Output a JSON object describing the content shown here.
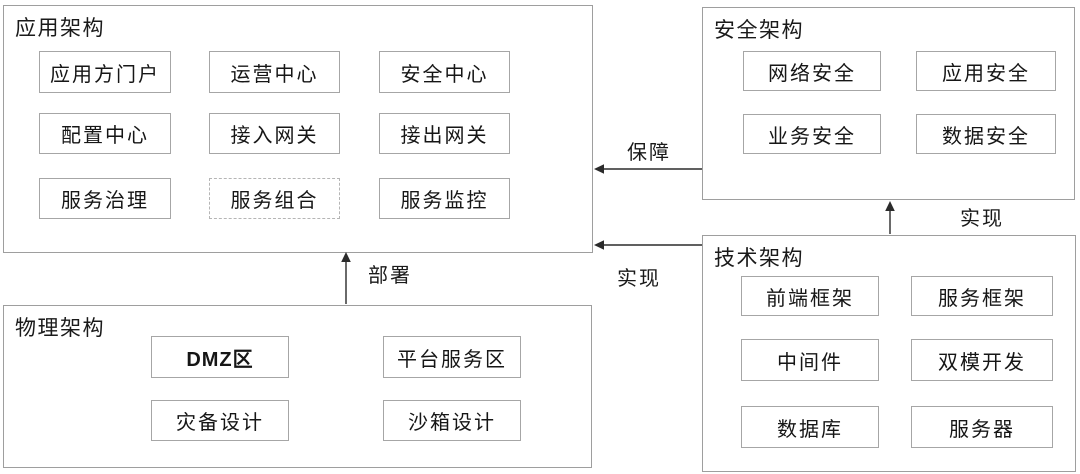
{
  "groups": {
    "app": {
      "title": "应用架构",
      "items": [
        {
          "label": "应用方门户"
        },
        {
          "label": "运营中心"
        },
        {
          "label": "安全中心"
        },
        {
          "label": "配置中心"
        },
        {
          "label": "接入网关"
        },
        {
          "label": "接出网关"
        },
        {
          "label": "服务治理"
        },
        {
          "label": "服务组合",
          "border_style": "dash-dot"
        },
        {
          "label": "服务监控"
        }
      ]
    },
    "security": {
      "title": "安全架构",
      "items": [
        {
          "label": "网络安全"
        },
        {
          "label": "应用安全"
        },
        {
          "label": "业务安全"
        },
        {
          "label": "数据安全"
        }
      ]
    },
    "tech": {
      "title": "技术架构",
      "items": [
        {
          "label": "前端框架"
        },
        {
          "label": "服务框架"
        },
        {
          "label": "中间件"
        },
        {
          "label": "双模开发"
        },
        {
          "label": "数据库"
        },
        {
          "label": "服务器"
        }
      ]
    },
    "physical": {
      "title": "物理架构",
      "items": [
        {
          "label": "DMZ区"
        },
        {
          "label": "平台服务区"
        },
        {
          "label": "灾备设计"
        },
        {
          "label": "沙箱设计"
        }
      ]
    }
  },
  "arrows": [
    {
      "label": "保障",
      "from": "security",
      "to": "app",
      "direction": "left"
    },
    {
      "label": "实现",
      "from": "tech",
      "to": "app",
      "direction": "left"
    },
    {
      "label": "部署",
      "from": "physical",
      "to": "app",
      "direction": "up"
    },
    {
      "label": "实现",
      "from": "tech",
      "to": "security",
      "direction": "up"
    }
  ],
  "colors": {
    "group_border": "#9e9e9e",
    "cell_border": "#a6a6a6",
    "dashed_cell_border": "#b5b5b5",
    "text": "#1a1a1a",
    "arrow": "#2b2b2b",
    "background": "#ffffff"
  }
}
